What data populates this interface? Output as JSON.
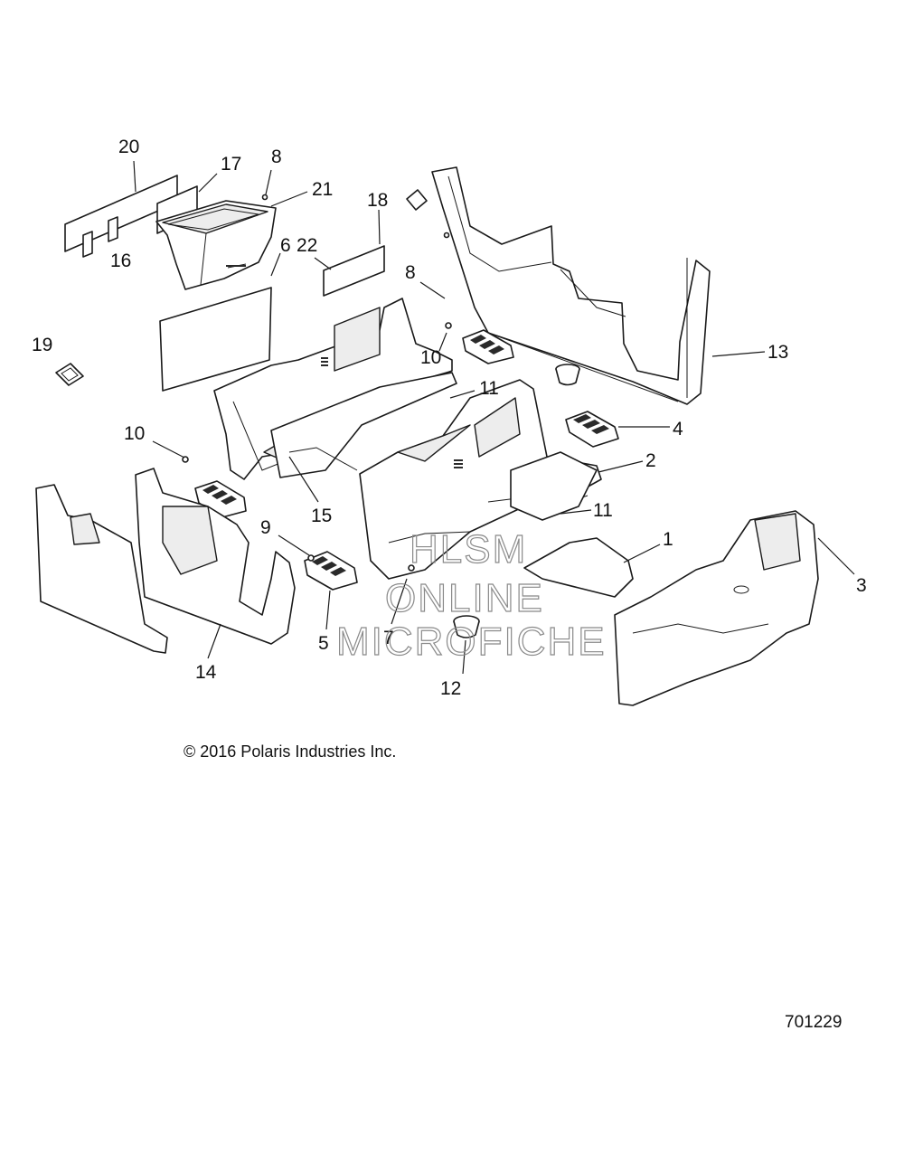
{
  "callouts": [
    {
      "id": "c20",
      "label": "20"
    },
    {
      "id": "c17",
      "label": "17"
    },
    {
      "id": "c8a",
      "label": "8"
    },
    {
      "id": "c21",
      "label": "21"
    },
    {
      "id": "c18",
      "label": "18"
    },
    {
      "id": "c16",
      "label": "16"
    },
    {
      "id": "c6",
      "label": "6"
    },
    {
      "id": "c8b",
      "label": "8"
    },
    {
      "id": "c22",
      "label": "22"
    },
    {
      "id": "c19",
      "label": "19"
    },
    {
      "id": "c10a",
      "label": "10"
    },
    {
      "id": "c13",
      "label": "13"
    },
    {
      "id": "c11a",
      "label": "11"
    },
    {
      "id": "c4",
      "label": "4"
    },
    {
      "id": "c10b",
      "label": "10"
    },
    {
      "id": "c2",
      "label": "2"
    },
    {
      "id": "c15",
      "label": "15"
    },
    {
      "id": "c11b",
      "label": "11"
    },
    {
      "id": "c9",
      "label": "9"
    },
    {
      "id": "c1",
      "label": "1"
    },
    {
      "id": "c3",
      "label": "3"
    },
    {
      "id": "c7",
      "label": "7"
    },
    {
      "id": "c5",
      "label": "5"
    },
    {
      "id": "c14",
      "label": "14"
    },
    {
      "id": "c12",
      "label": "12"
    }
  ],
  "watermark": {
    "line1": "HLSM",
    "line2": "ONLINE",
    "line3": "MICROFICHE"
  },
  "copyright": "© 2016 Polaris Industries Inc.",
  "drawing_number": "701229"
}
